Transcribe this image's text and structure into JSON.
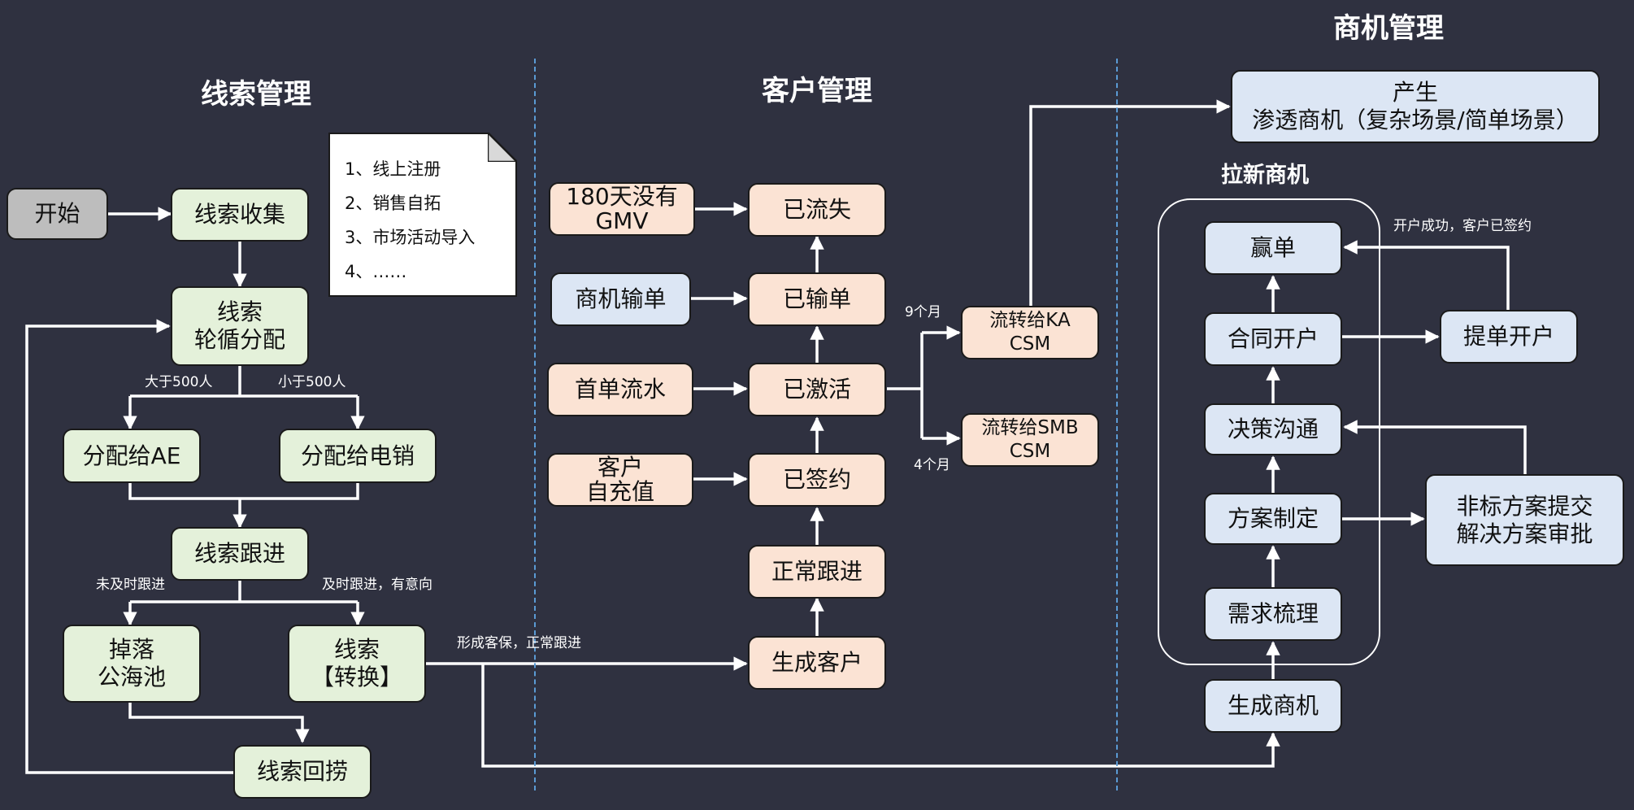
{
  "sections": {
    "lead_title": "线索管理",
    "customer_title": "客户管理",
    "opportunity_title": "商机管理",
    "new_opportunity_title": "拉新商机"
  },
  "note": {
    "lines": [
      "1、线上注册",
      "2、销售自拓",
      "3、市场活动导入",
      "4、……"
    ]
  },
  "nodes": {
    "start": "开始",
    "lead_collect": "线索收集",
    "lead_round_robin": "线索\n轮循分配",
    "assign_ae": "分配给AE",
    "assign_telesales": "分配给电销",
    "lead_follow": "线索跟进",
    "drop_pool": "掉落\n公海池",
    "lead_convert": "线索\n【转换】",
    "lead_recycle": "线索回捞",
    "no_gmv_180": "180天没有\nGMV",
    "opportunity_lost": "商机输单",
    "first_order_flow": "首单流水",
    "customer_self_recharge": "客户\n自充值",
    "churned": "已流失",
    "lost_order": "已输单",
    "activated": "已激活",
    "signed": "已签约",
    "normal_follow": "正常跟进",
    "create_customer": "生成客户",
    "transfer_ka": "流转给KA\nCSM",
    "transfer_smb": "流转给SMB\nCSM",
    "generate_penetration": "产生\n渗透商机（复杂场景/简单场景）",
    "win": "赢单",
    "contract_open": "合同开户",
    "decision_comm": "决策沟通",
    "plan_make": "方案制定",
    "req_sort": "需求梳理",
    "create_opportunity": "生成商机",
    "submit_open": "提单开户",
    "nonstandard_plan": "非标方案提交\n解决方案审批"
  },
  "edge_labels": {
    "gt500": "大于500人",
    "lt500": "小于500人",
    "not_timely": "未及时跟进",
    "timely": "及时跟进，有意向",
    "form_customer": "形成客保，正常跟进",
    "nine_months": "9个月",
    "four_months": "4个月",
    "open_success": "开户成功，客户已签约"
  },
  "colors": {
    "background": "#2f3140",
    "lead_fill": "#e4f1da",
    "customer_fill": "#fbe3d4",
    "opportunity_fill": "#dce6f4",
    "start_fill": "#bdbdbd",
    "connector": "#ffffff",
    "divider": "#5b9bd5"
  }
}
